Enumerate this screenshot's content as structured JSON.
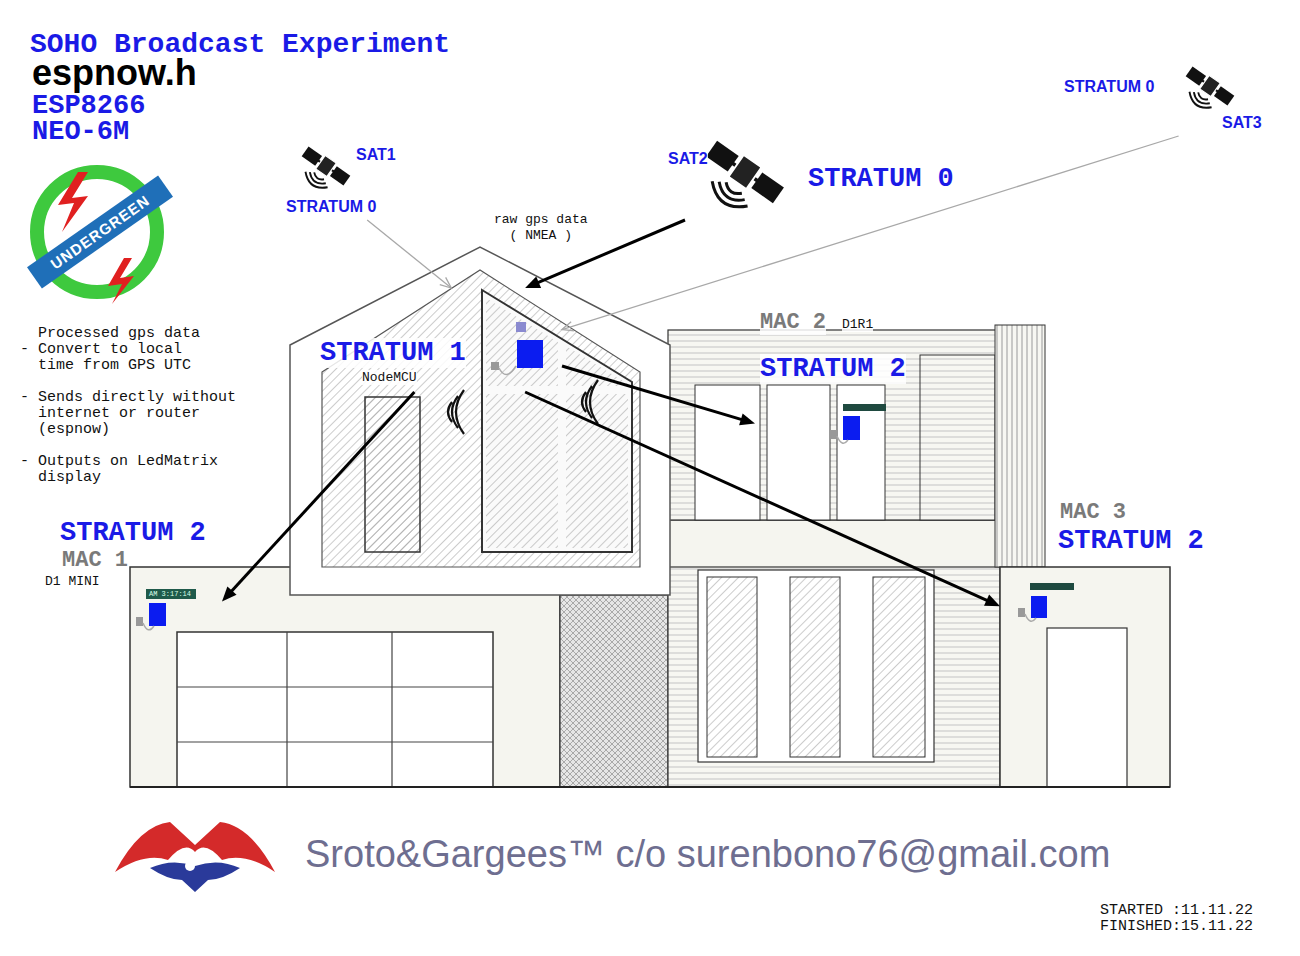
{
  "diagram": {
    "title": "SOHO Broadcast Experiment",
    "nodes": [
      {
        "text": [
          "SAT1",
          "STRATUM 0"
        ]
      },
      {
        "text": [
          "SAT2",
          "STRATUM 0"
        ]
      },
      {
        "text": [
          "STRATUM 0",
          "SAT3"
        ]
      },
      {
        "text": [
          "STRATUM 1",
          "NodeMCU"
        ]
      },
      {
        "text": [
          "STRATUM 2",
          "MAC 1",
          "D1 MINI"
        ]
      },
      {
        "text": [
          "MAC 2",
          "D1R1",
          "STRATUM 2"
        ]
      },
      {
        "text": [
          "MAC 3",
          "STRATUM 2"
        ]
      }
    ],
    "edges": [
      {
        "from": 0,
        "to": 3,
        "arrow": "to"
      },
      {
        "from": 1,
        "to": 3,
        "label": "raw gps data ( NMEA )",
        "arrow": "to"
      },
      {
        "from": 2,
        "to": 3,
        "arrow": "to"
      },
      {
        "from": 3,
        "to": 5,
        "arrow": "to"
      },
      {
        "from": 3,
        "to": 4,
        "arrow": "to"
      },
      {
        "from": 3,
        "to": 6,
        "arrow": "to"
      }
    ],
    "labels": [
      "espnow.h",
      "ESP8266",
      "NEO-6M",
      "UNDERGREEN",
      "Processed gps data",
      "- Convert to local time from GPS UTC",
      "- Sends directly without internet or router (espnow)",
      "- Outputs on LedMatrix display",
      "AM 3:17:14",
      "Sroto&Gargees™ c/o surenbono76@gmail.com",
      "STARTED :11.11.22",
      "FINISHED:15.11.22"
    ]
  }
}
